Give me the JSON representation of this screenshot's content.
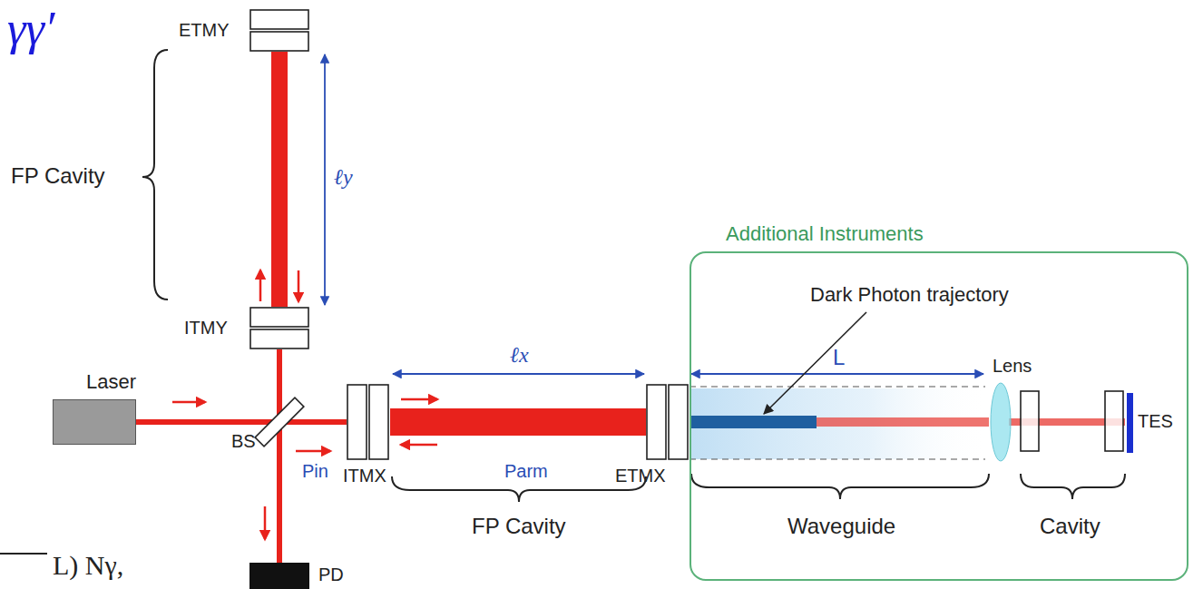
{
  "diagram": {
    "nodes": [
      {
        "text": [
          "Additional Instruments"
        ]
      },
      {
        "text": [
          "Laser"
        ]
      },
      {
        "text": [
          "BS"
        ]
      },
      {
        "text": [
          "ETMY"
        ]
      },
      {
        "text": [
          "ITMY"
        ]
      },
      {
        "text": [
          "ITMX"
        ]
      },
      {
        "text": [
          "ETMX"
        ]
      },
      {
        "text": [
          "PD"
        ]
      },
      {
        "text": [
          "Lens"
        ],
        "in": 0
      },
      {
        "text": [
          "TES"
        ],
        "in": 0
      }
    ],
    "edges": [
      {
        "from": 1,
        "to": 2,
        "arrow": "none"
      },
      {
        "from": 2,
        "to": 5,
        "arrow": "none"
      },
      {
        "from": 2,
        "to": 4,
        "arrow": "none"
      },
      {
        "from": 4,
        "to": 3,
        "arrow": "none"
      },
      {
        "from": 5,
        "to": 6,
        "arrow": "none"
      },
      {
        "from": 2,
        "to": 7,
        "arrow": "none"
      }
    ],
    "labels": [
      "γγ′",
      "FP Cavity",
      "ℓy",
      "ℓx",
      "Pin",
      "Parm",
      "FP Cavity",
      "L",
      "Dark Photon trajectory",
      "Waveguide",
      "Cavity",
      "L) Nγ,"
    ]
  }
}
